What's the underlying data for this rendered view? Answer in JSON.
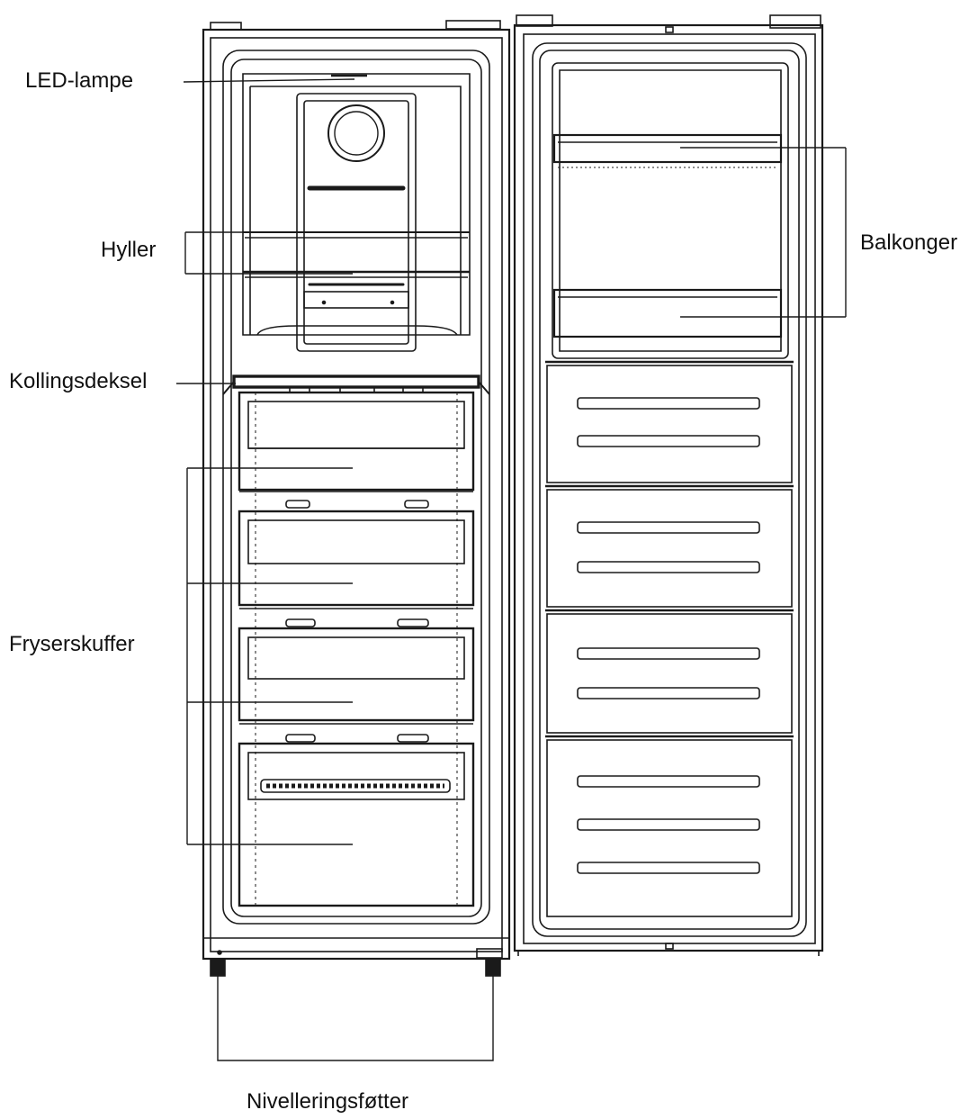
{
  "labels": {
    "led_lamp": "LED-lampe",
    "shelves": "Hyller",
    "cooling_cover": "Kollingsdeksel",
    "freezer_drawers": "Fryserskuffer",
    "balconies": "Balkonger",
    "leveling_feet": "Nivelleringsføtter"
  },
  "colors": {
    "line": "#1a1a1a",
    "text": "#111111",
    "background": "#ffffff"
  }
}
